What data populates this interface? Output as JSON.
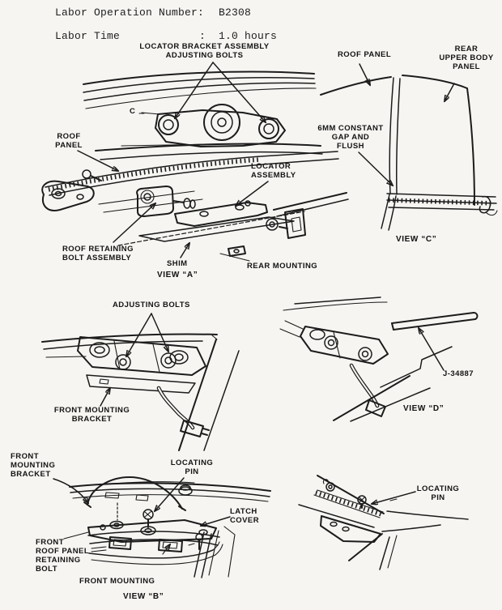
{
  "page": {
    "paper_color": "#f6f5f2",
    "ink_color": "#1c1c1c"
  },
  "header": {
    "labor_operation_label": "Labor Operation Number:",
    "labor_operation_value": "B2308",
    "labor_time_label": "Labor Time",
    "labor_time_colon": ":",
    "labor_time_value": "1.0 hours"
  },
  "view_a": {
    "caption": "VIEW “A”",
    "section_mark": "C",
    "labels": {
      "locator_bracket": "LOCATOR BRACKET ASSEMBLY\nADJUSTING BOLTS",
      "roof_panel": "ROOF\nPANEL",
      "locator_assembly": "LOCATOR\nASSEMBLY",
      "roof_retaining": "ROOF RETAINING\nBOLT ASSEMBLY",
      "shim": "SHIM",
      "rear_mounting": "REAR MOUNTING"
    }
  },
  "view_c": {
    "caption": "VIEW “C”",
    "labels": {
      "roof_panel": "ROOF PANEL",
      "rear_upper_body_panel": "REAR\nUPPER BODY\nPANEL",
      "gap_and_flush": "6MM CONSTANT\nGAP AND\nFLUSH"
    }
  },
  "front_bracket_detail": {
    "labels": {
      "adjusting_bolts": "ADJUSTING BOLTS",
      "front_mounting_bracket": "FRONT MOUNTING\nBRACKET"
    }
  },
  "view_d": {
    "caption": "VIEW “D”",
    "labels": {
      "tool_number": "J-34887"
    }
  },
  "view_b": {
    "caption": "VIEW “B”",
    "labels": {
      "front_mounting_bracket": "FRONT\nMOUNTING\nBRACKET",
      "locating_pin": "LOCATING\nPIN",
      "latch_cover": "LATCH\nCOVER",
      "front_roof_panel_retaining_bolt": "FRONT\nROOF PANEL\nRETAINING\nBOLT",
      "front_mounting": "FRONT MOUNTING"
    }
  },
  "locating_pin_detail": {
    "labels": {
      "locating_pin": "LOCATING\nPIN"
    }
  }
}
